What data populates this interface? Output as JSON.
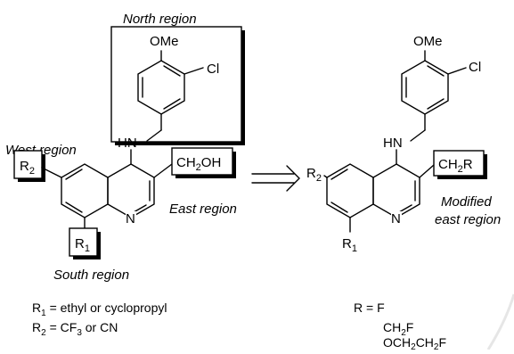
{
  "regions": {
    "north": "North region",
    "west": "West region",
    "east": "East region",
    "south": "South region",
    "modified_east_line1": "Modified",
    "modified_east_line2": "east region"
  },
  "left_structure": {
    "ome": "OMe",
    "cl": "Cl",
    "hn": "HN",
    "r2": "R",
    "r2_sub": "2",
    "r1": "R",
    "r1_sub": "1",
    "n": "N",
    "ch2oh_a": "CH",
    "ch2oh_sub": "2",
    "ch2oh_b": "OH"
  },
  "right_structure": {
    "ome": "OMe",
    "cl": "Cl",
    "hn": "HN",
    "r2": "R",
    "r2_sub": "2",
    "r1": "R",
    "r1_sub": "1",
    "n": "N",
    "ch2r_a": "CH",
    "ch2r_sub": "2",
    "ch2r_b": "R"
  },
  "legend_left": {
    "line1_a": "R",
    "line1_sub": "1",
    "line1_b": " = ethyl or cyclopropyl",
    "line2_a": "R",
    "line2_sub": "2",
    "line2_b": " = CF",
    "line2_sub2": "3",
    "line2_c": " or CN"
  },
  "legend_right": {
    "line1": "R = F",
    "line2_a": "CH",
    "line2_sub": "2",
    "line2_b": "F",
    "line3_a": "OCH",
    "line3_sub": "2",
    "line3_b": "CH",
    "line3_sub2": "2",
    "line3_c": "F"
  }
}
